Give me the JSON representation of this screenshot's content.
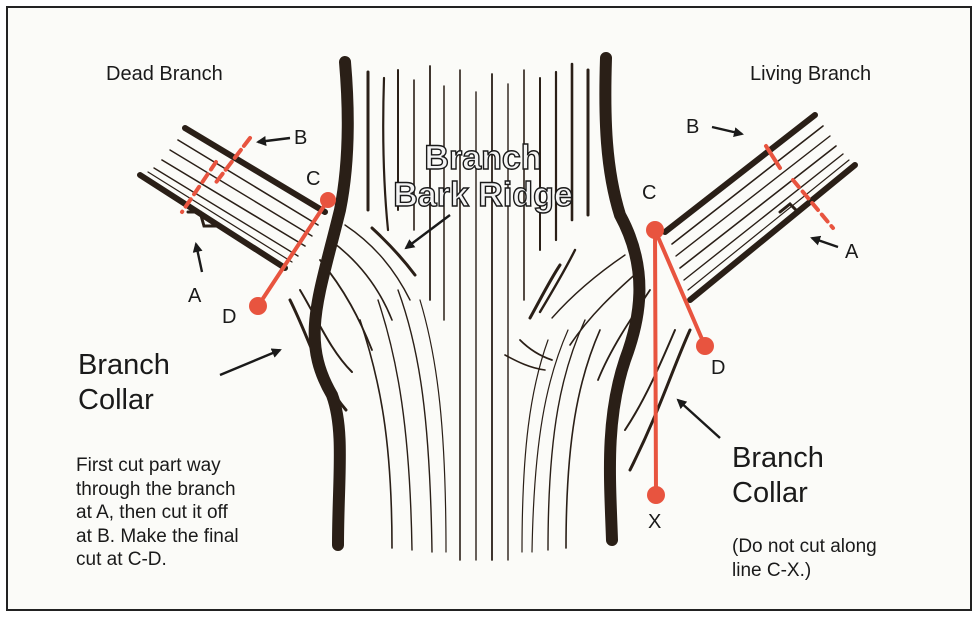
{
  "titles": {
    "dead": "Dead Branch",
    "living": "Living Branch"
  },
  "center_label": {
    "line1": "Branch",
    "line2": "Bark Ridge"
  },
  "points": {
    "a_left": "A",
    "b_left": "B",
    "c_left": "C",
    "d_left": "D",
    "a_right": "A",
    "b_right": "B",
    "c_right": "C",
    "d_right": "D",
    "x_right": "X"
  },
  "collar_left": {
    "line1": "Branch",
    "line2": "Collar"
  },
  "collar_right": {
    "line1": "Branch",
    "line2": "Collar"
  },
  "notes": {
    "left": [
      "First cut part way",
      "through the branch",
      "at A, then cut it off",
      "at B. Make the final",
      "cut at C-D."
    ],
    "right": [
      "(Do not cut along",
      "line C-X.)"
    ]
  },
  "colors": {
    "ink": "#2a1f17",
    "cut_line": "#e8543f",
    "background": "#fbfbf8"
  }
}
